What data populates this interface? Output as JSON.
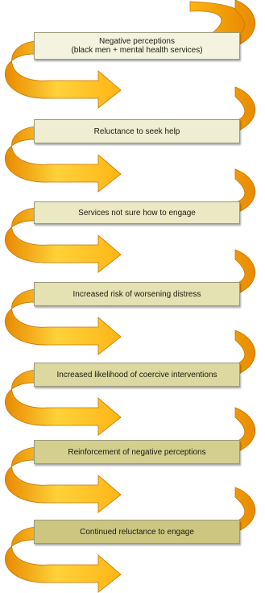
{
  "diagram": {
    "steps": [
      {
        "label": "Negative perceptions\n(black men + mental health services)",
        "fill": "#f4f3e0"
      },
      {
        "label": "Reluctance to seek help",
        "fill": "#efeed2"
      },
      {
        "label": "Services not sure how to engage",
        "fill": "#ebe9c4"
      },
      {
        "label": "Increased risk of worsening distress",
        "fill": "#e4e1b2"
      },
      {
        "label": "Increased likelihood of coercive interventions",
        "fill": "#dcd8a0"
      },
      {
        "label": "Reinforcement of negative perceptions",
        "fill": "#d4cf8f"
      },
      {
        "label": "Continued reluctance to engage",
        "fill": "#ccc680"
      }
    ],
    "colors": {
      "ribbon_light": "#ffd23a",
      "ribbon_mid": "#fdb515",
      "ribbon_dark": "#e88a00",
      "ribbon_edge": "#c97400"
    }
  }
}
